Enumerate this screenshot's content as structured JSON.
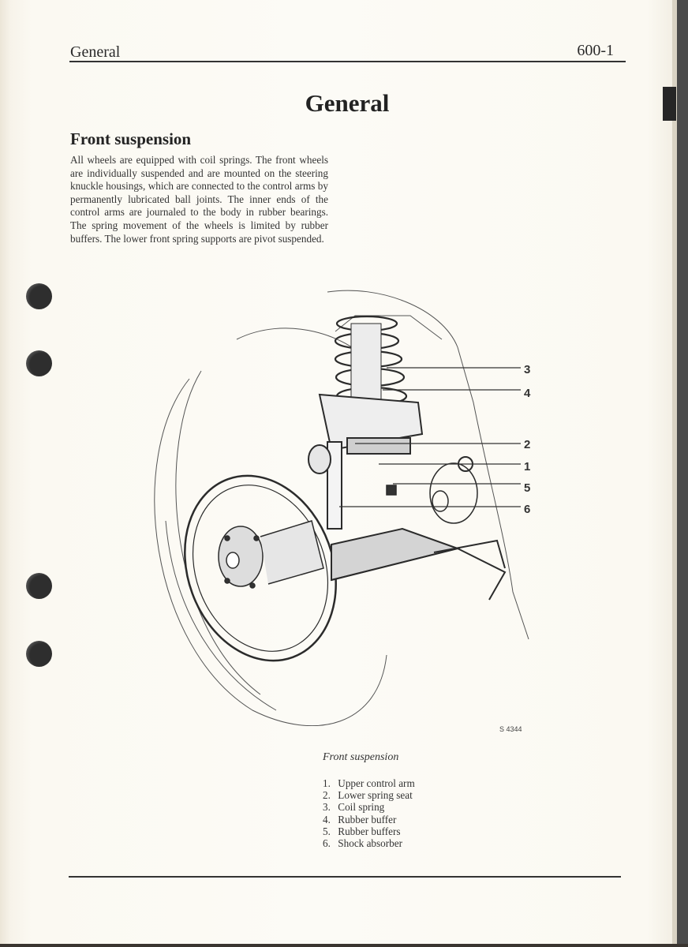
{
  "header": {
    "section": "General",
    "page_number": "600-1"
  },
  "page_title": "General",
  "section": {
    "heading": "Front suspension",
    "paragraph": "All wheels are equipped with coil springs. The front wheels are individually suspended and are mounted on the steering knuckle housings, which are connected to the control arms by permanently lubricated ball joints. The inner ends of the control arms are journaled to the body in rubber bearings. The spring movement of the wheels is limited by rubber buffers. The lower front spring supports are pivot suspended."
  },
  "figure": {
    "id": "S 4344",
    "caption": "Front suspension",
    "callouts": [
      "3",
      "4",
      "2",
      "1",
      "5",
      "6"
    ],
    "legend": [
      {
        "num": "1.",
        "label": "Upper control arm"
      },
      {
        "num": "2.",
        "label": "Lower spring seat"
      },
      {
        "num": "3.",
        "label": "Coil spring"
      },
      {
        "num": "4.",
        "label": "Rubber buffer"
      },
      {
        "num": "5.",
        "label": "Rubber buffers"
      },
      {
        "num": "6.",
        "label": "Shock absorber"
      }
    ]
  }
}
